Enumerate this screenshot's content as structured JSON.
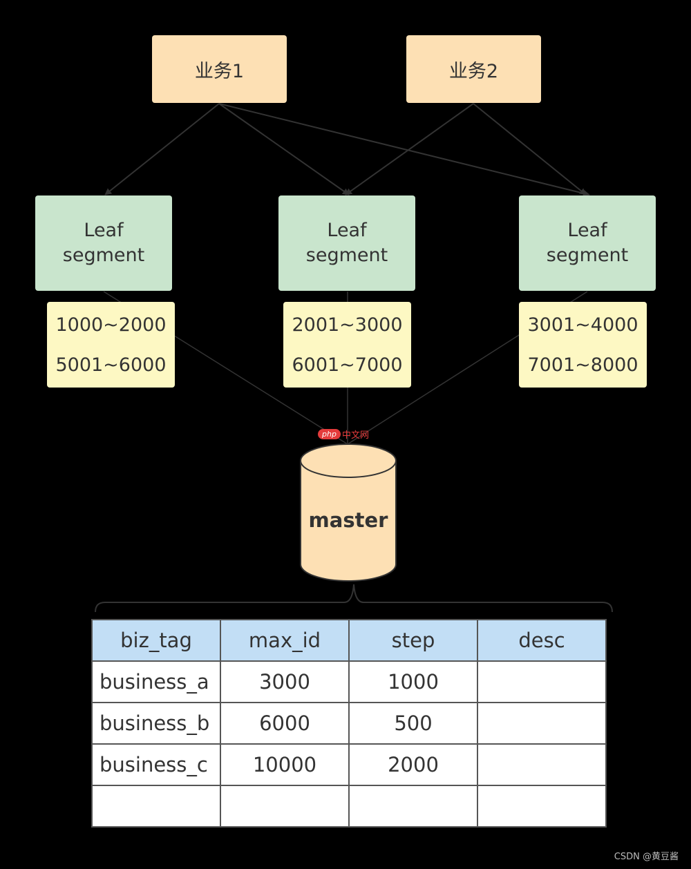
{
  "colors": {
    "background": "#000000",
    "business_fill": "#fde0b4",
    "leaf_fill": "#c9e5cd",
    "range_fill": "#fdf8c3",
    "db_fill": "#fde0b4",
    "table_header_fill": "#c2def5",
    "line": "#333333"
  },
  "businesses": [
    {
      "label": "业务1"
    },
    {
      "label": "业务2"
    }
  ],
  "leaf_nodes": [
    {
      "line1": "Leaf",
      "line2": "segment",
      "ranges": [
        "1000~2000",
        "5001~6000"
      ]
    },
    {
      "line1": "Leaf",
      "line2": "segment",
      "ranges": [
        "2001~3000",
        "6001~7000"
      ]
    },
    {
      "line1": "Leaf",
      "line2": "segment",
      "ranges": [
        "3001~4000",
        "7001~8000"
      ]
    }
  ],
  "edges": [
    {
      "from": "业务1",
      "to": "leaf-1"
    },
    {
      "from": "业务1",
      "to": "leaf-2"
    },
    {
      "from": "业务1",
      "to": "leaf-3"
    },
    {
      "from": "业务2",
      "to": "leaf-2"
    },
    {
      "from": "业务2",
      "to": "leaf-3"
    }
  ],
  "database": {
    "label": "master",
    "icon": "database-cylinder-icon"
  },
  "watermark": {
    "php": "php",
    "text": "中文网"
  },
  "table": {
    "columns": [
      "biz_tag",
      "max_id",
      "step",
      "desc"
    ],
    "rows": [
      [
        "business_a",
        "3000",
        "1000",
        ""
      ],
      [
        "business_b",
        "6000",
        "500",
        ""
      ],
      [
        "business_c",
        "10000",
        "2000",
        ""
      ],
      [
        "",
        "",
        "",
        ""
      ]
    ]
  },
  "credit": "CSDN @黄豆酱"
}
